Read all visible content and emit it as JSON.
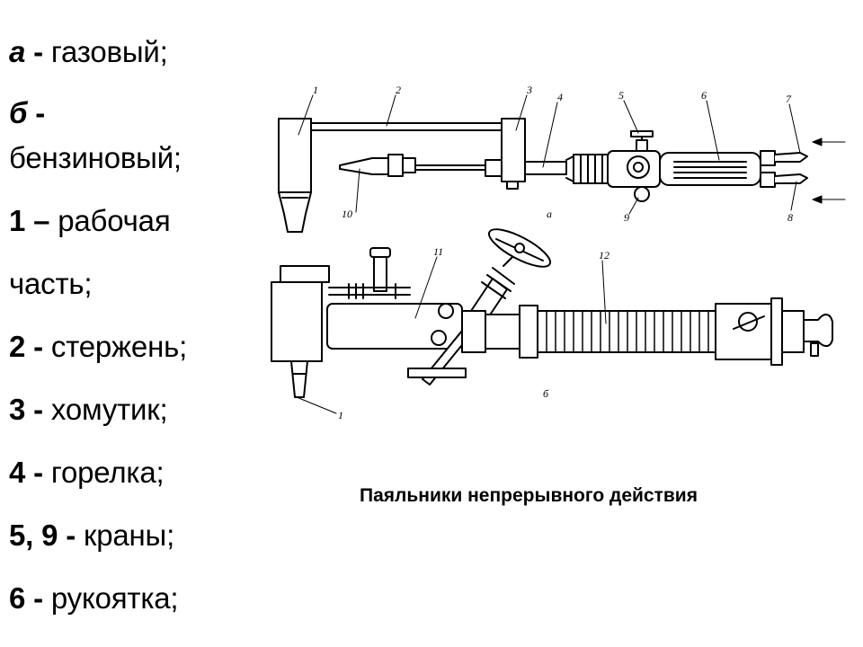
{
  "legend": {
    "items": [
      {
        "key": "а",
        "sep": " - ",
        "text": "газовый;"
      },
      {
        "key": "б",
        "sep": " -",
        "text": ""
      },
      {
        "key": "",
        "sep": "",
        "text": "бензиновый;"
      },
      {
        "key": "1",
        "sep": " – ",
        "text": "рабочая"
      },
      {
        "key": "",
        "sep": "",
        "text": "часть;"
      },
      {
        "key": "2",
        "sep": " - ",
        "text": "стержень;"
      },
      {
        "key": "3",
        "sep": " - ",
        "text": "хомутик;"
      },
      {
        "key": "4",
        "sep": " - ",
        "text": "горелка;"
      },
      {
        "key": "5, 9",
        "sep": " - ",
        "text": "краны;"
      },
      {
        "key": "6",
        "sep": " - ",
        "text": "рукоятка;"
      }
    ]
  },
  "caption": "Паяльники непрерывного действия",
  "drawing_labels": {
    "l1": "1",
    "l2": "2",
    "l3": "3",
    "l4": "4",
    "l5": "5",
    "l6": "6",
    "l7": "7",
    "l8": "8",
    "l9": "9",
    "l10": "10",
    "l11": "11",
    "l12": "12",
    "l1b": "1",
    "fig_a": "а",
    "fig_b": "б"
  }
}
